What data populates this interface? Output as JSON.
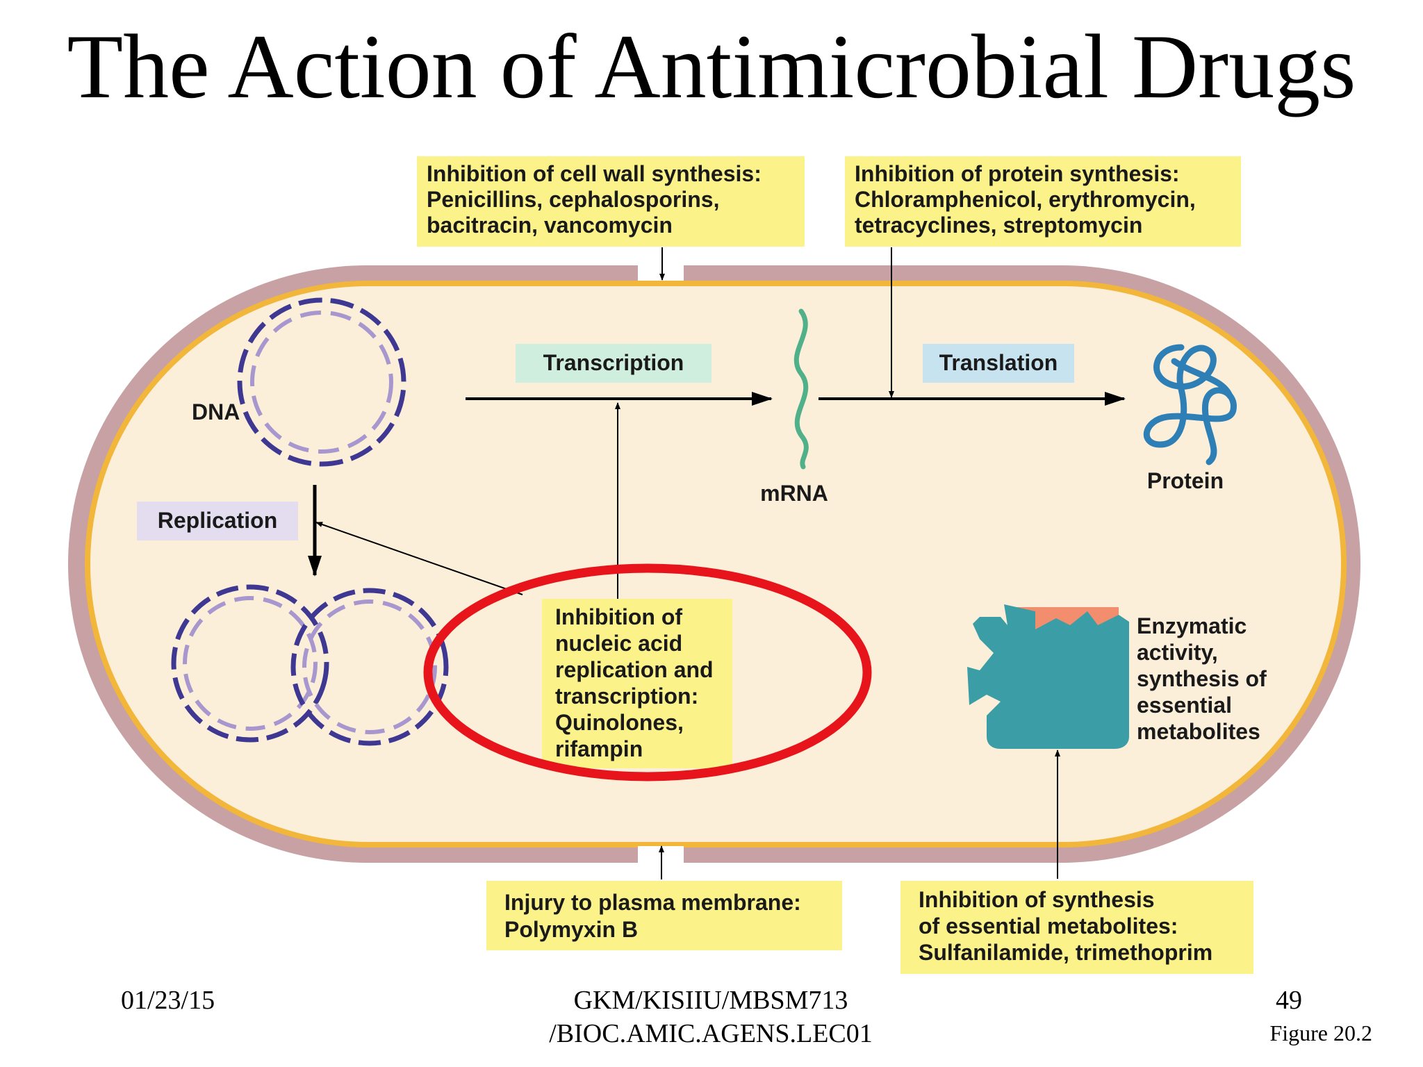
{
  "title": "The Action of Antimicrobial Drugs",
  "boxes": {
    "cell_wall": [
      "Inhibition of cell wall synthesis:",
      "Penicillins, cephalosporins,",
      "bacitracin, vancomycin"
    ],
    "protein": [
      "Inhibition of protein synthesis:",
      "Chloramphenicol, erythromycin,",
      "tetracyclines, streptomycin"
    ],
    "nucleic": [
      "Inhibition of",
      "nucleic acid",
      "replication and",
      "transcription:",
      "Quinolones,",
      "rifampin"
    ],
    "membrane": [
      "Injury to plasma membrane:",
      "Polymyxin B"
    ],
    "metabolites": [
      "Inhibition of synthesis",
      "of essential metabolites:",
      "Sulfanilamide, trimethoprim"
    ]
  },
  "labels": {
    "transcription": "Transcription",
    "translation": "Translation",
    "replication": "Replication",
    "dna": "DNA",
    "mrna": "mRNA",
    "protein": "Protein",
    "enzymatic": [
      "Enzymatic",
      "activity,",
      "synthesis of",
      "essential",
      "metabolites"
    ]
  },
  "footer": {
    "date": "01/23/15",
    "course_line1": "GKM/KISIIU/MBSM713",
    "course_line2": "/BIOC.AMIC.AGENS.LEC01",
    "page": "49",
    "figure": "Figure 20.2"
  },
  "colors": {
    "wall": "#c7a1a3",
    "membrane": "#f2b63a",
    "cytoplasm": "#fcefd9",
    "drug_box": "#fbf28a",
    "transcription_box": "#cfeede",
    "translation_box": "#c7e3ef",
    "replication_box": "#e4dcef",
    "dna_dark": "#3e3892",
    "dna_light": "#a897cf",
    "mrna": "#4fb08a",
    "protein": "#2f7fb7",
    "enzyme": "#3b9ea6",
    "substrate": "#f28d6d",
    "highlight": "#e8141c"
  }
}
